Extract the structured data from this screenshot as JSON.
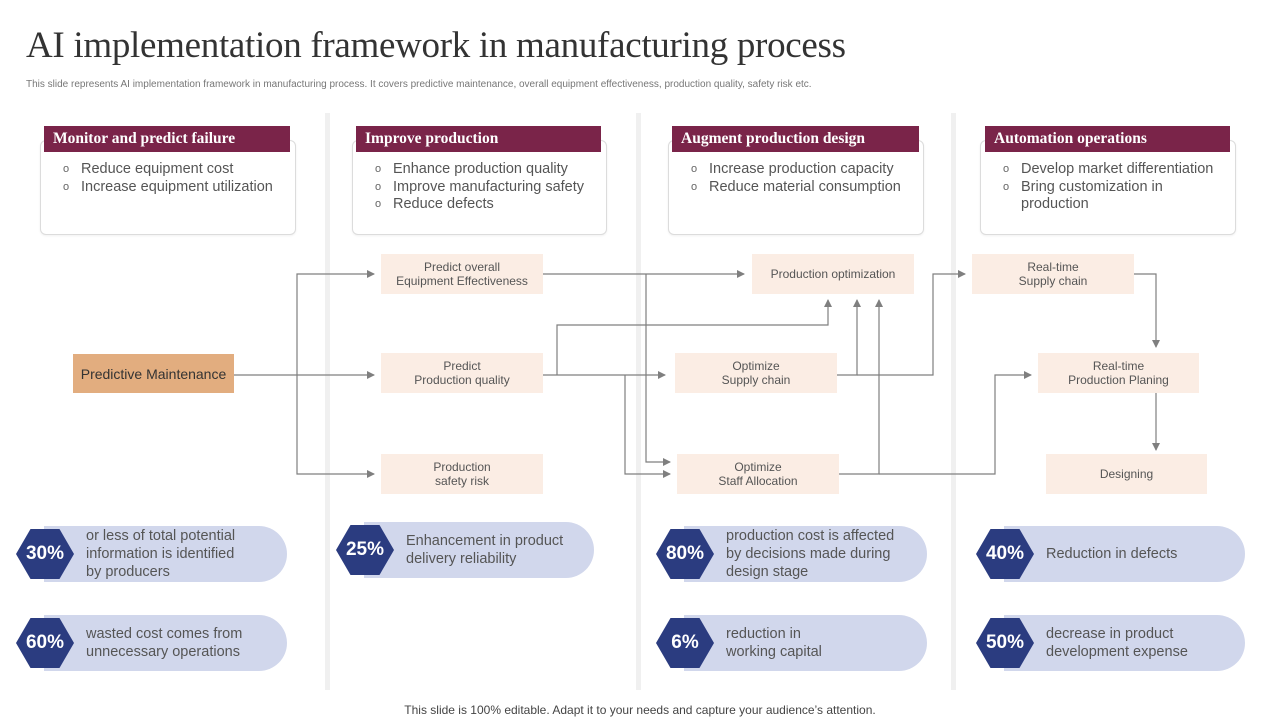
{
  "header": {
    "title": "AI implementation framework in manufacturing process",
    "subtitle": "This slide represents AI implementation  framework in manufacturing process. It covers predictive maintenance, overall equipment effectiveness, production quality, safety risk etc."
  },
  "columns": [
    {
      "heading": "Monitor and predict failure",
      "bullets": [
        "Reduce equipment cost",
        "Increase equipment utilization"
      ]
    },
    {
      "heading": "Improve production",
      "bullets": [
        "Enhance production quality",
        "Improve manufacturing safety",
        "Reduce defects"
      ]
    },
    {
      "heading": "Augment production design",
      "bullets": [
        "Increase production capacity",
        "Reduce material consumption"
      ]
    },
    {
      "heading": "Automation operations",
      "bullets": [
        "Develop market differentiation",
        "Bring customization in production"
      ]
    }
  ],
  "bullet_glyph": "o",
  "flow": {
    "nodes": {
      "predictive_maintenance": "Predictive Maintenance",
      "predict_oee": "Predict overall\nEquipment Effectiveness",
      "predict_quality": "Predict\nProduction quality",
      "safety_risk": "Production\nsafety risk",
      "production_optimization": "Production optimization",
      "optimize_supply_chain": "Optimize\nSupply chain",
      "optimize_staff": "Optimize\nStaff Allocation",
      "realtime_supply_chain": "Real-time\nSupply chain",
      "realtime_planning": "Real-time\nProduction Planing",
      "designing": "Designing"
    }
  },
  "stats": [
    {
      "value": "30%",
      "text": "or less of total potential\ninformation is identified\nby producers"
    },
    {
      "value": "60%",
      "text": "wasted cost comes from\nunnecessary operations"
    },
    {
      "value": "25%",
      "text": "Enhancement in product\ndelivery  reliability"
    },
    {
      "value": "80%",
      "text": "production cost is affected\nby decisions made during\ndesign stage"
    },
    {
      "value": "6%",
      "text": "reduction in\nworking capital"
    },
    {
      "value": "40%",
      "text": "Reduction in defects"
    },
    {
      "value": "50%",
      "text": "decrease in product\ndevelopment expense"
    }
  ],
  "colors": {
    "header_bar": "#7a2449",
    "hexagon": "#2b3c80",
    "pill": "#d1d7ec",
    "node_fill": "#fbede4",
    "root_node_fill": "#e2ad7f",
    "connector": "#7f7f7f"
  },
  "footer": "This slide is 100% editable. Adapt it to your needs and capture your audience’s attention."
}
